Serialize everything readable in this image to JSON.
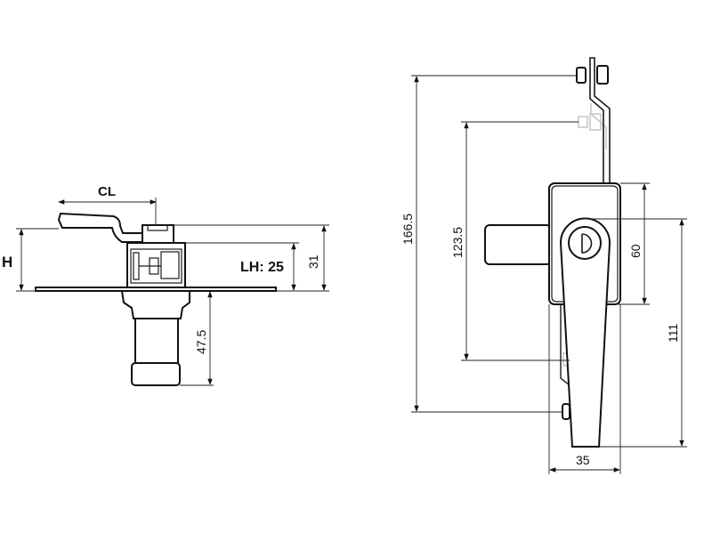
{
  "side_view": {
    "labels": {
      "cl": "CL",
      "h": "H",
      "lh": "LH: 25",
      "d31": "31",
      "d47_5": "47.5"
    }
  },
  "front_view": {
    "labels": {
      "d166_5": "166.5",
      "d123_5": "123.5",
      "d60": "60",
      "d111": "111",
      "d35": "35"
    }
  },
  "colors": {
    "line": "#111111",
    "ghost": "#c8c8c8"
  }
}
